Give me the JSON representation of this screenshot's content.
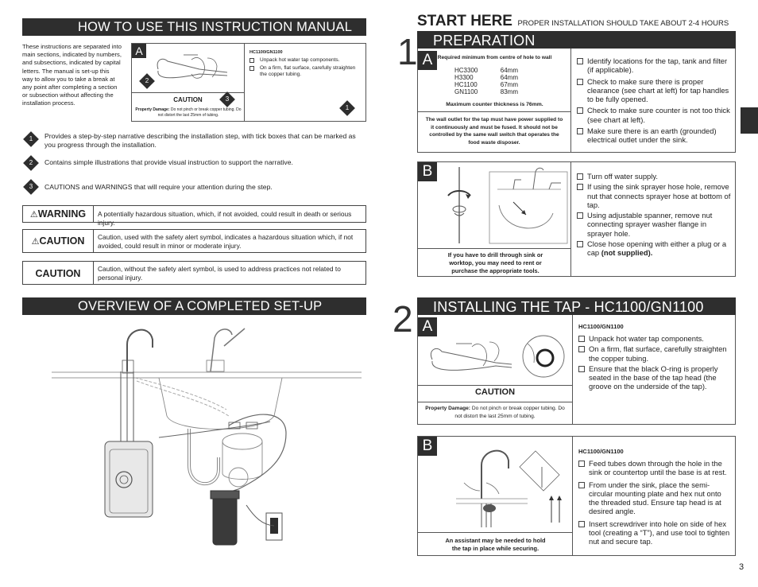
{
  "manual": {
    "header": "HOW TO USE THIS INSTRUCTION MANUAL",
    "intro": "These instructions are separated into main sections, indicated by numbers, and subsections, indicated by capital letters. The manual is set-up this way to allow you to take a break at any point after completing a section or subsection without affecting the installation process.",
    "sample": {
      "letter": "A",
      "model": "HC1100/GN1100",
      "items": [
        "Unpack hot water tap components.",
        "On a firm, flat surface, carefully straighten the copper tubing."
      ],
      "caution_label": "CAUTION",
      "damage_label": "Property Damage:",
      "damage_text": "Do not pinch or break copper tubing. Do not distort the last 25mm of tubing.",
      "callouts": [
        "1",
        "2",
        "3"
      ]
    },
    "legend": [
      {
        "num": "1",
        "text": "Provides a step-by-step narrative describing the installation step, with tick boxes that can be marked as you progress through the installation."
      },
      {
        "num": "2",
        "text": "Contains simple illustrations that provide visual instruction to support the narrative."
      },
      {
        "num": "3",
        "text": "CAUTIONS and WARNINGS that will require your attention during the step."
      }
    ],
    "alerts": [
      {
        "label": "WARNING",
        "text": "A potentially hazardous situation, which, if not avoided, could result in death or serious injury."
      },
      {
        "label": "CAUTION",
        "text": "Caution, used with the safety alert symbol, indicates a hazardous situation which, if not avoided, could result in minor or moderate injury."
      },
      {
        "label": "CAUTION",
        "text": "Caution, without the safety alert symbol, is used to address practices not related to personal injury."
      }
    ]
  },
  "overview": {
    "header": "OVERVIEW OF A COMPLETED SET-UP"
  },
  "start": {
    "title": "START HERE",
    "subtitle": "PROPER INSTALLATION SHOULD TAKE ABOUT 2-4 HOURS"
  },
  "step1": {
    "num": "1",
    "header": "PREPARATION",
    "a": {
      "letter": "A",
      "spec_title": "Required minimum from centre of hole to wall",
      "specs": [
        {
          "model": "HC3300",
          "value": "64mm"
        },
        {
          "model": "H3300",
          "value": "64mm"
        },
        {
          "model": "HC1100",
          "value": "67mm"
        },
        {
          "model": "GN1100",
          "value": "83mm"
        }
      ],
      "thickness": "Maximum counter thickness is 76mm.",
      "note": "The wall outlet for the tap must have power supplied to it continuously and must be fused. It should not be controlled by the same wall switch that operates the food waste disposer.",
      "items": [
        "Identify locations for the tap, tank and filter (if applicable).",
        "Check to make sure there is proper clearance (see chart at left) for tap handles to be fully opened.",
        "Check to make sure counter is not too thick (see chart at left).",
        "Make sure there is an earth (grounded) electrical outlet under the sink."
      ]
    },
    "b": {
      "letter": "B",
      "caption": "If you have to drill through sink or worktop, you may need to rent or purchase the appropriate tools.",
      "items": [
        "Turn off water supply.",
        "If using the sink sprayer hose hole, remove nut that connects sprayer hose at bottom of tap.",
        "Using adjustable spanner, remove nut connecting sprayer washer flange in sprayer hole."
      ],
      "last_item": "Close hose opening with either a plug or a cap",
      "last_item_bold": "(not supplied)."
    }
  },
  "step2": {
    "num": "2",
    "header": "INSTALLING THE TAP - HC1100/GN1100",
    "a": {
      "letter": "A",
      "model": "HC1100/GN1100",
      "items": [
        "Unpack hot water tap components.",
        "On a firm, flat surface, carefully straighten the copper tubing.",
        "Ensure that the black O-ring is properly seated in the base of the tap head (the groove on the underside of the tap)."
      ],
      "caution_label": "CAUTION",
      "damage_label": "Property Damage:",
      "damage_text": "Do not pinch or break copper tubing. Do not distort the last 25mm of tubing."
    },
    "b": {
      "letter": "B",
      "model": "HC1100/GN1100",
      "caption": "An assistant may be needed to hold the tap in place while securing.",
      "items": [
        "Feed tubes down through the hole in the sink or countertop until the base is at rest.",
        "From under the sink, place the semi-circular mounting plate and hex nut onto the threaded stud. Ensure tap head is at desired angle.",
        "Insert screwdriver into hole on side of hex tool (creating a “T”), and use tool to tighten nut and secure tap."
      ]
    }
  },
  "page_number": "3"
}
